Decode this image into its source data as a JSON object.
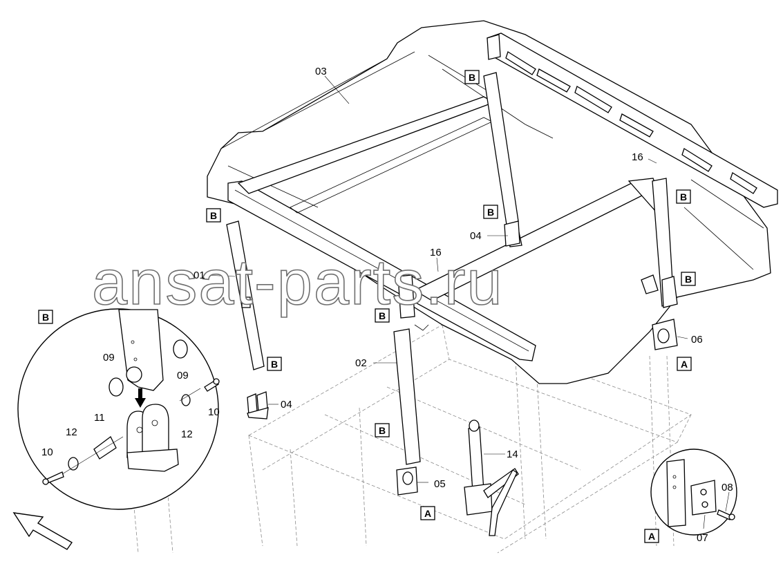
{
  "watermark": "ansat-parts.ru",
  "callouts": {
    "c01": "01",
    "c02": "02",
    "c03": "03",
    "c04a": "04",
    "c04b": "04",
    "c05": "05",
    "c06": "06",
    "c07": "07",
    "c08": "08",
    "c09a": "09",
    "c09b": "09",
    "c10a": "10",
    "c10b": "10",
    "c11": "11",
    "c12a": "12",
    "c12b": "12",
    "c14": "14",
    "c16a": "16",
    "c16b": "16"
  },
  "detail_refs": {
    "b1": "B",
    "b2": "B",
    "b3": "B",
    "b4": "B",
    "b5": "B",
    "b6": "B",
    "b7": "B",
    "b8": "B",
    "a1": "A",
    "a2": "A",
    "a3": "A"
  },
  "icons": {
    "view_direction": "arrow-icon",
    "insert_direction": "down-arrow-icon"
  }
}
